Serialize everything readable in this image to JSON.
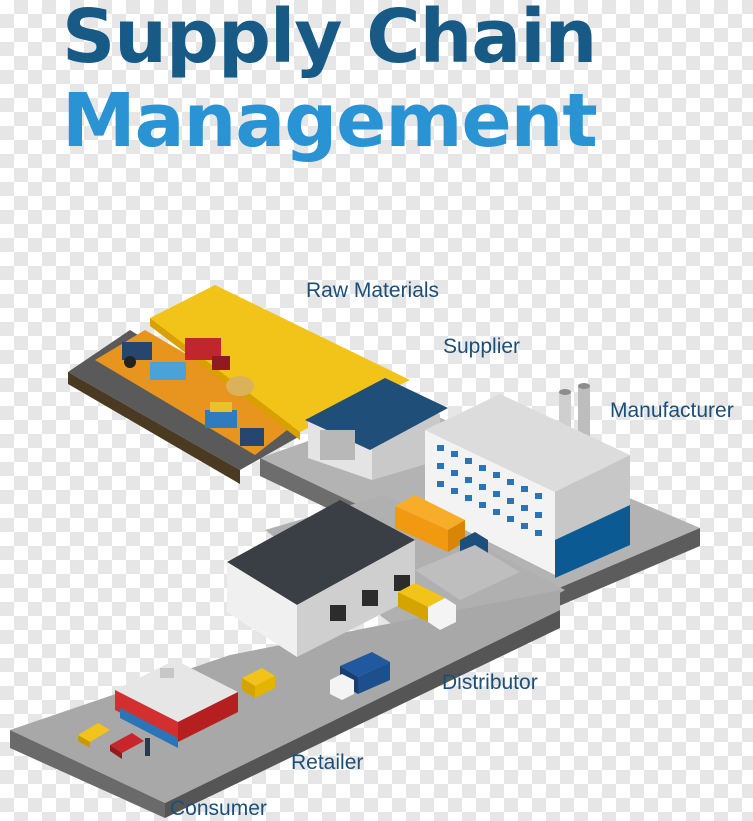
{
  "title": {
    "line1": "Supply Chain",
    "line2": "Management"
  },
  "colors": {
    "title_dark": "#175a86",
    "title_light": "#2a93d3",
    "label": "#1a4f7a"
  },
  "stages": {
    "raw_materials": "Raw Materials",
    "supplier": "Supplier",
    "manufacturer": "Manufacturer",
    "distributor": "Distributor",
    "retailer": "Retailer",
    "consumer": "Consumer"
  }
}
